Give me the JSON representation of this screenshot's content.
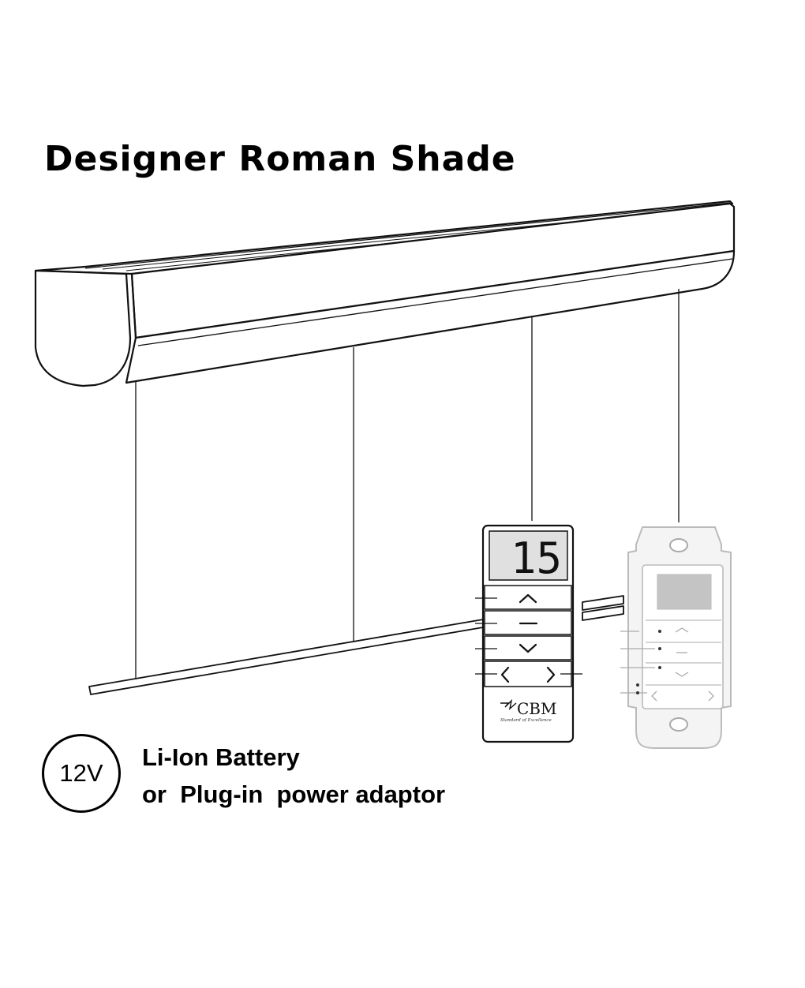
{
  "title": "Designer Roman Shade",
  "remote": {
    "display_value": "15",
    "brand": "CBM",
    "tagline": "Standard of Excellence"
  },
  "power": {
    "voltage": "12V",
    "line1": "Li-Ion Battery",
    "line2": "or  Plug-in  power adaptor"
  }
}
